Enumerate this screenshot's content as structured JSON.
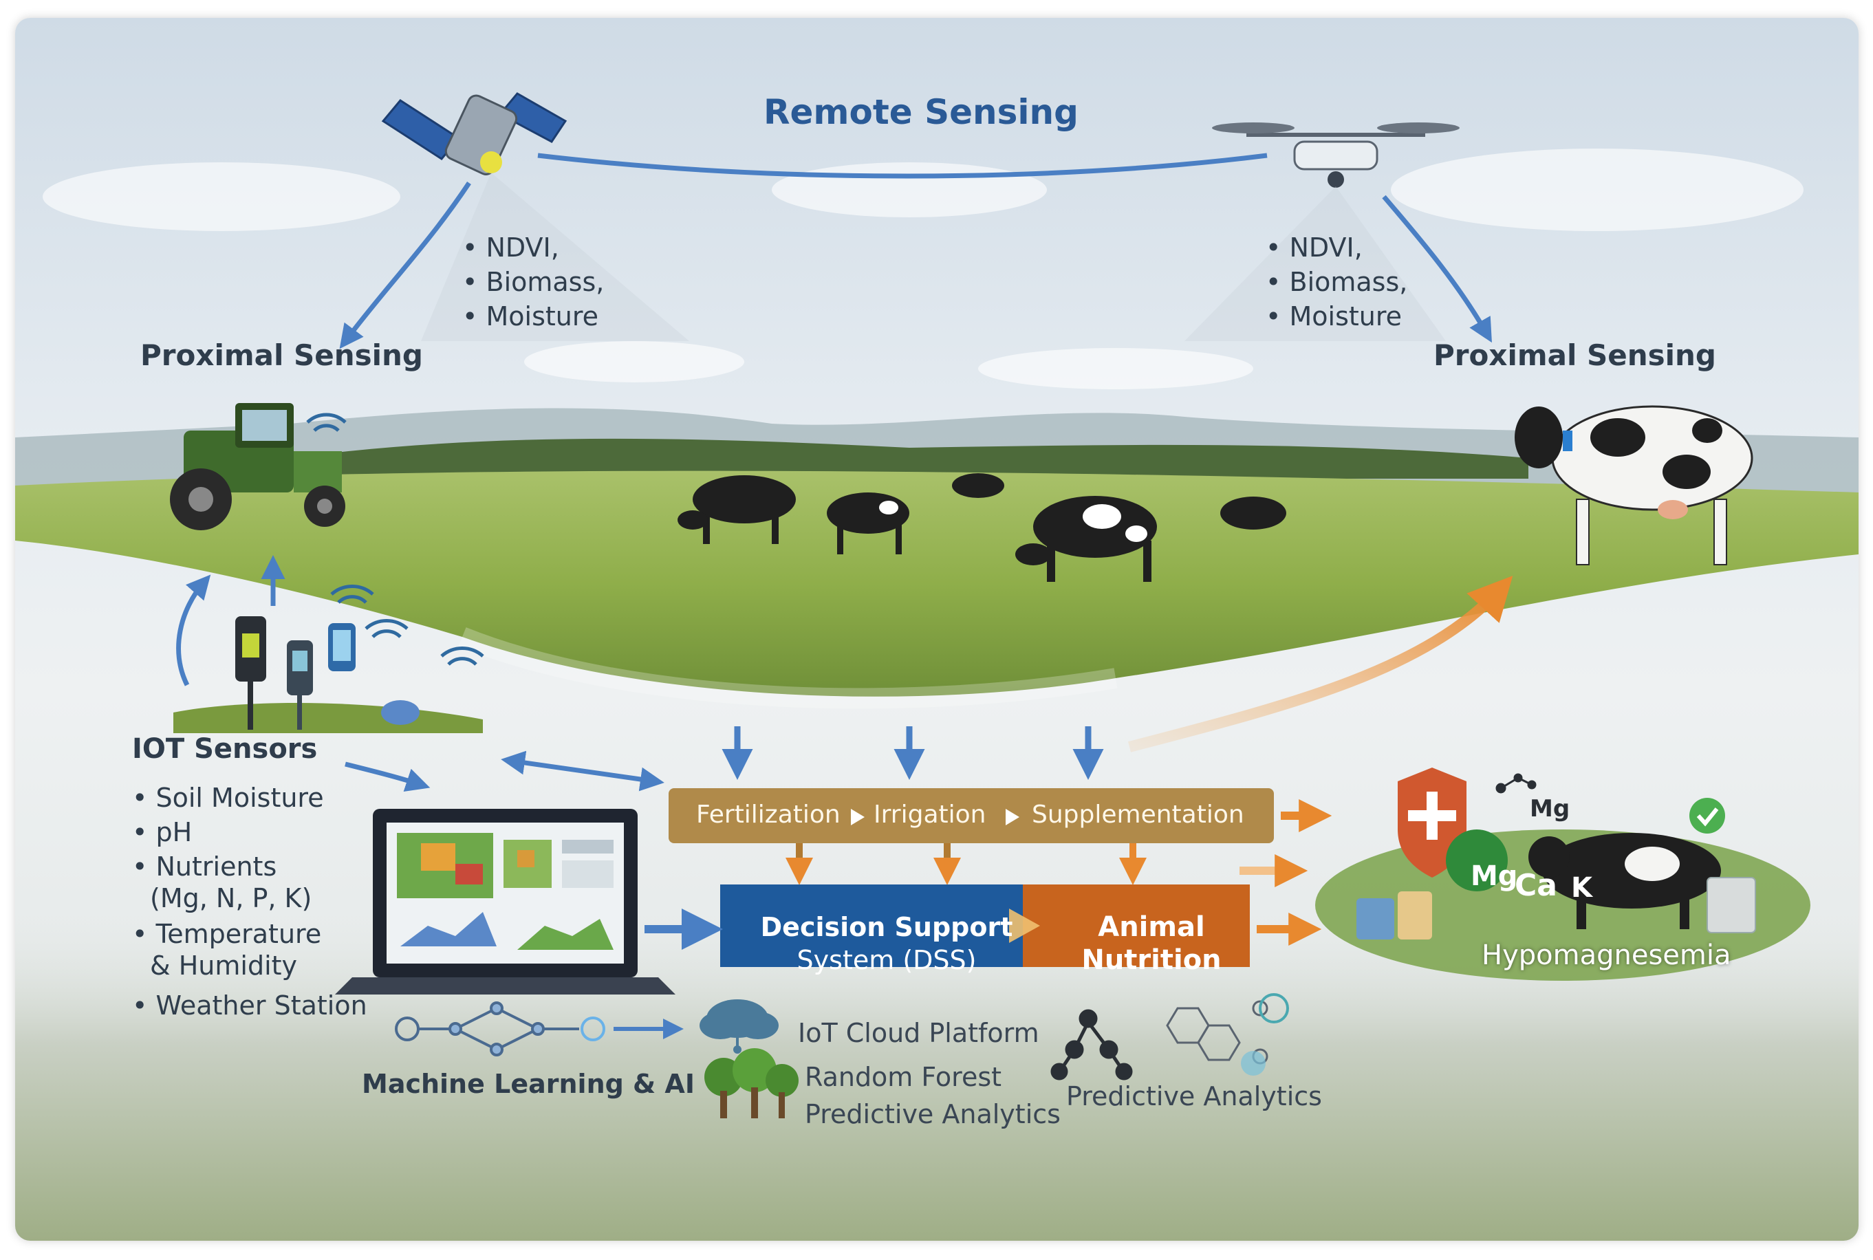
{
  "title": "Remote Sensing",
  "satellite_metrics": [
    "• NDVI,",
    "• Biomass,",
    "• Moisture"
  ],
  "drone_metrics": [
    "• NDVI,",
    "• Biomass,",
    "• Moisture"
  ],
  "proximal_left": "Proximal Sensing",
  "proximal_right": "Proximal Sensing",
  "iot": {
    "heading": "IOT Sensors",
    "items": [
      "• Soil Moisture",
      "• pH",
      "• Nutrients",
      "(Mg, N, P, K)",
      "• Temperature",
      "& Humidity",
      "• Weather Station"
    ]
  },
  "process": {
    "fertilization": "Fertilization",
    "irrigation": "Irrigation",
    "supplementation": "Supplementation"
  },
  "dss": {
    "line1": "Decision Support",
    "line2": "System (DSS)",
    "color": "#1e5a9c"
  },
  "nutrition": {
    "line1": "Animal",
    "line2": "Nutrition",
    "color": "#c8641e"
  },
  "ml_label": "Machine Learning & AI",
  "cloud_label": "IoT Cloud Platform",
  "rf_line1": "Random Forest",
  "rf_line2": "Predictive Analytics",
  "predictive_label": "Predictive Analytics",
  "minerals": {
    "mg_badge": "Mg",
    "ca": "Ca",
    "k": "K",
    "mg_ion": "Mg"
  },
  "hypo_label": "Hypomagnesemia",
  "colors": {
    "blue_arrow": "#4a7fc4",
    "orange_arrow": "#e8892f",
    "process_bar": "#b08a4a",
    "mg_badge": "#2f8a3a",
    "shield": "#d0582f",
    "check": "#4caf50"
  },
  "icons": [
    "satellite-icon",
    "drone-icon",
    "tractor-icon",
    "wifi-icon",
    "sensor-icon",
    "laptop-icon",
    "network-icon",
    "cloud-icon",
    "trees-icon",
    "molecule-icon",
    "shield-icon",
    "check-icon",
    "cow-icon"
  ]
}
